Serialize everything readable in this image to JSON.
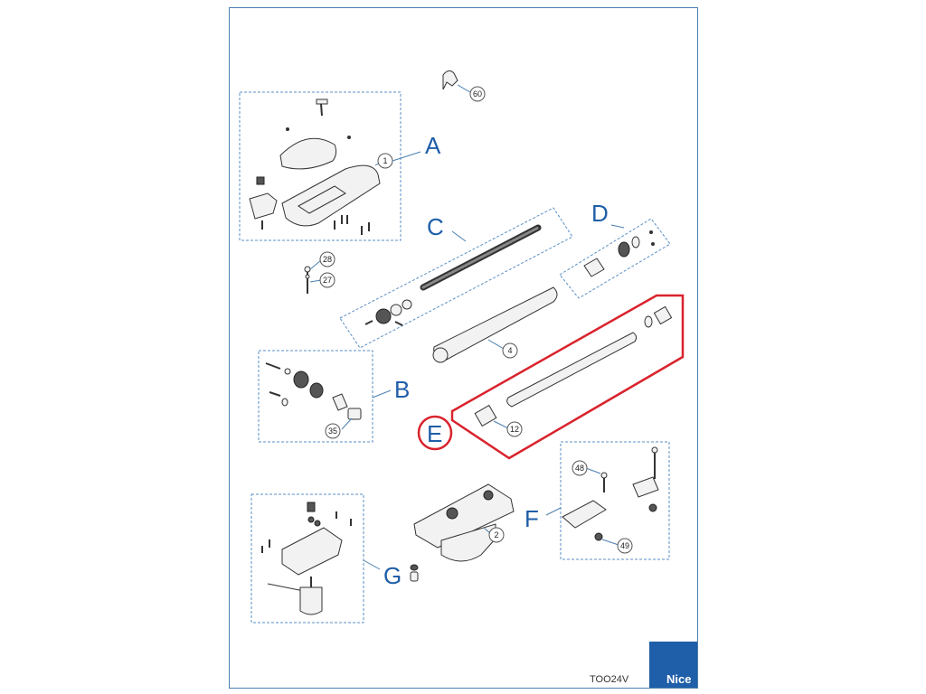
{
  "groups": {
    "A": "A",
    "B": "B",
    "C": "C",
    "D": "D",
    "E": "E",
    "F": "F",
    "G": "G"
  },
  "callouts": {
    "p60": "60",
    "p1": "1",
    "p28": "28",
    "p27": "27",
    "p4": "4",
    "p35": "35",
    "p12": "12",
    "p2": "2",
    "p48": "48",
    "p49": "49"
  },
  "footer": {
    "model_code": "TOO24V",
    "brand": "Nice"
  },
  "colors": {
    "group_letter": "#1f5ea8",
    "dashed_box": "#5a8fc4",
    "highlight": "#d9232d",
    "logo_bg": "#1f5ea8"
  }
}
